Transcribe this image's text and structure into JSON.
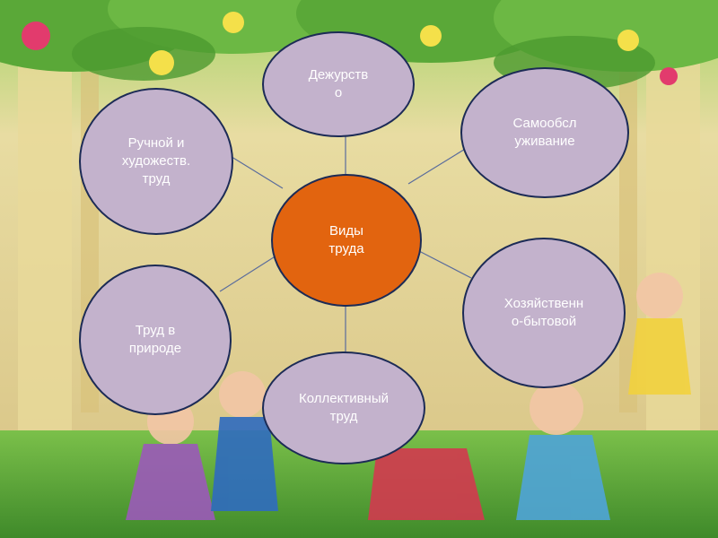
{
  "diagram": {
    "center": {
      "label": "Виды\nтруда",
      "color": "#e2640f"
    },
    "nodes": [
      {
        "id": "duty",
        "label": "Дежурств\nо"
      },
      {
        "id": "self-service",
        "label": "Самообсл\nуживание"
      },
      {
        "id": "household",
        "label": "Хозяйственн\nо-бытовой"
      },
      {
        "id": "collective",
        "label": "Коллективный\nтруд"
      },
      {
        "id": "nature",
        "label": "Труд в\nприроде"
      },
      {
        "id": "manual-art",
        "label": "Ручной и\nхудожеств.\nтруд"
      }
    ],
    "node_color": "#c3b2cc",
    "border_color": "#1c2b56"
  }
}
